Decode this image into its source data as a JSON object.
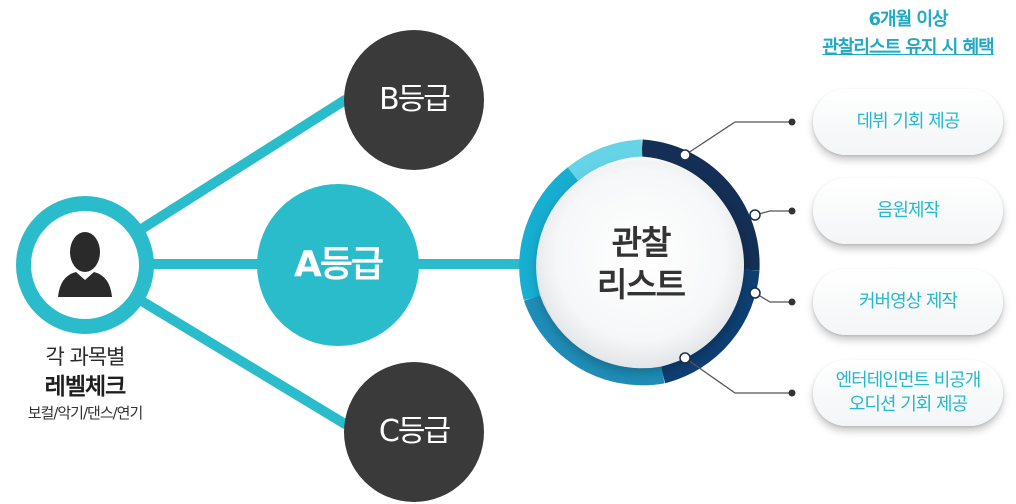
{
  "source": {
    "line1": "각 과목별",
    "line2": "레벨체크",
    "line3": "보컬/악기/댄스/연기"
  },
  "grades": {
    "a": "A등급",
    "b": "B등급",
    "c": "C등급"
  },
  "center": {
    "line1": "관찰",
    "line2": "리스트"
  },
  "benefits": {
    "header_line1": "6개월 이상",
    "header_line2": "관찰리스트 유지 시 혜택",
    "items": [
      {
        "line1": "데뷔 기회 제공",
        "line2": ""
      },
      {
        "line1": "음원제작",
        "line2": ""
      },
      {
        "line1": "커버영상 제작",
        "line2": ""
      },
      {
        "line1": "엔터테인먼트 비공개",
        "line2": "오디션 기회 제공"
      }
    ]
  },
  "colors": {
    "teal": "#2bbccc",
    "dark_circle": "#3a3a3a",
    "navy": "#123a63",
    "light_blue": "#5fd3e3"
  }
}
